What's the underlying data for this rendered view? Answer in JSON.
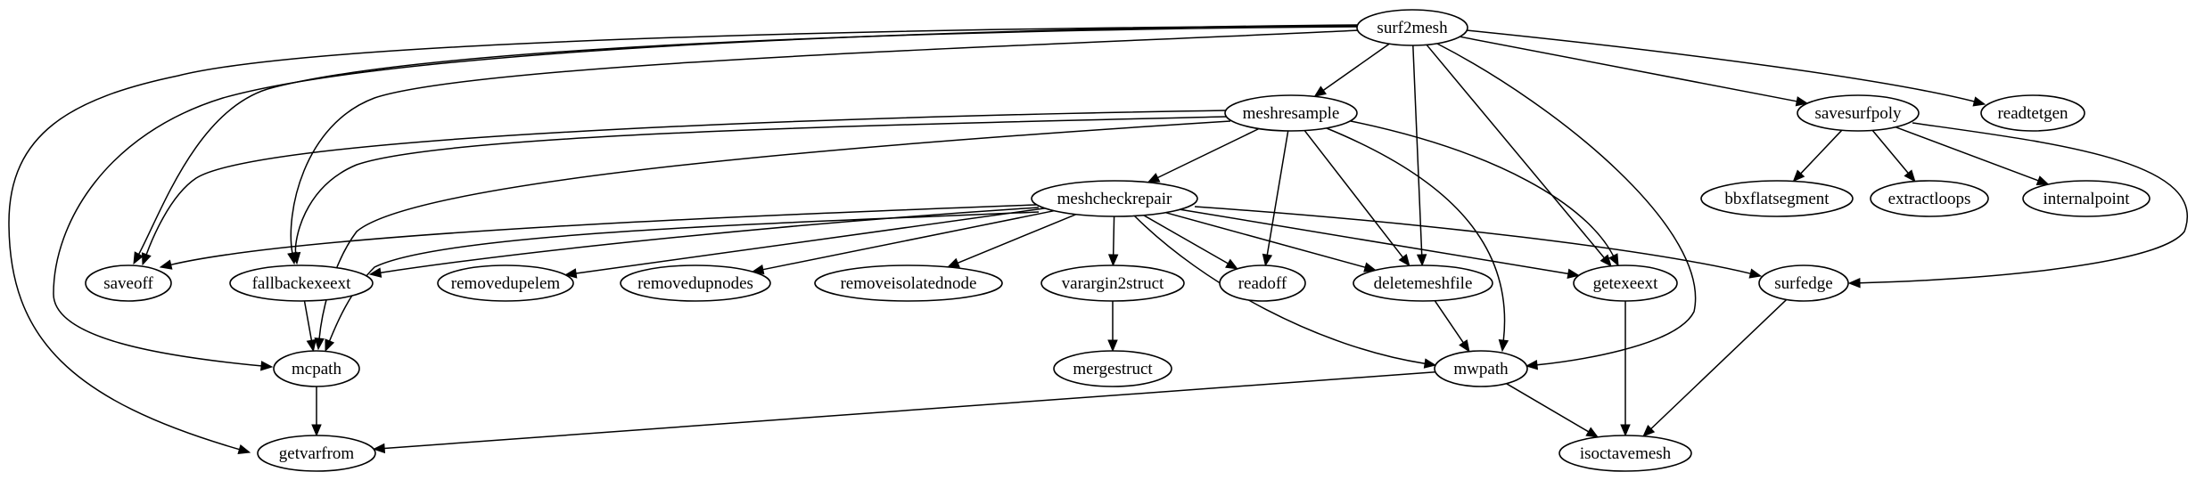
{
  "graph": {
    "type": "call-graph",
    "direction": "top-to-bottom",
    "nodes": [
      {
        "id": "surf2mesh",
        "label": "surf2mesh"
      },
      {
        "id": "meshresample",
        "label": "meshresample"
      },
      {
        "id": "savesurfpoly",
        "label": "savesurfpoly"
      },
      {
        "id": "readtetgen",
        "label": "readtetgen"
      },
      {
        "id": "meshcheckrepair",
        "label": "meshcheckrepair"
      },
      {
        "id": "bbxflatsegment",
        "label": "bbxflatsegment"
      },
      {
        "id": "extractloops",
        "label": "extractloops"
      },
      {
        "id": "internalpoint",
        "label": "internalpoint"
      },
      {
        "id": "saveoff",
        "label": "saveoff"
      },
      {
        "id": "fallbackexeext",
        "label": "fallbackexeext"
      },
      {
        "id": "removedupelem",
        "label": "removedupelem"
      },
      {
        "id": "removedupnodes",
        "label": "removedupnodes"
      },
      {
        "id": "removeisolatednode",
        "label": "removeisolatednode"
      },
      {
        "id": "varargin2struct",
        "label": "varargin2struct"
      },
      {
        "id": "readoff",
        "label": "readoff"
      },
      {
        "id": "deletemeshfile",
        "label": "deletemeshfile"
      },
      {
        "id": "getexeext",
        "label": "getexeext"
      },
      {
        "id": "surfedge",
        "label": "surfedge"
      },
      {
        "id": "mcpath",
        "label": "mcpath"
      },
      {
        "id": "mergestruct",
        "label": "mergestruct"
      },
      {
        "id": "mwpath",
        "label": "mwpath"
      },
      {
        "id": "getvarfrom",
        "label": "getvarfrom"
      },
      {
        "id": "isoctavemesh",
        "label": "isoctavemesh"
      }
    ],
    "edges": [
      {
        "from": "surf2mesh",
        "to": "meshresample"
      },
      {
        "from": "surf2mesh",
        "to": "savesurfpoly"
      },
      {
        "from": "surf2mesh",
        "to": "readtetgen"
      },
      {
        "from": "surf2mesh",
        "to": "saveoff"
      },
      {
        "from": "surf2mesh",
        "to": "fallbackexeext"
      },
      {
        "from": "surf2mesh",
        "to": "deletemeshfile"
      },
      {
        "from": "surf2mesh",
        "to": "getexeext"
      },
      {
        "from": "surf2mesh",
        "to": "mcpath"
      },
      {
        "from": "surf2mesh",
        "to": "mwpath"
      },
      {
        "from": "surf2mesh",
        "to": "getvarfrom"
      },
      {
        "from": "meshresample",
        "to": "meshcheckrepair"
      },
      {
        "from": "meshresample",
        "to": "saveoff"
      },
      {
        "from": "meshresample",
        "to": "fallbackexeext"
      },
      {
        "from": "meshresample",
        "to": "readoff"
      },
      {
        "from": "meshresample",
        "to": "deletemeshfile"
      },
      {
        "from": "meshresample",
        "to": "getexeext"
      },
      {
        "from": "meshresample",
        "to": "mcpath"
      },
      {
        "from": "meshresample",
        "to": "mwpath"
      },
      {
        "from": "savesurfpoly",
        "to": "bbxflatsegment"
      },
      {
        "from": "savesurfpoly",
        "to": "extractloops"
      },
      {
        "from": "savesurfpoly",
        "to": "internalpoint"
      },
      {
        "from": "savesurfpoly",
        "to": "surfedge"
      },
      {
        "from": "meshcheckrepair",
        "to": "saveoff"
      },
      {
        "from": "meshcheckrepair",
        "to": "fallbackexeext"
      },
      {
        "from": "meshcheckrepair",
        "to": "removedupelem"
      },
      {
        "from": "meshcheckrepair",
        "to": "removedupnodes"
      },
      {
        "from": "meshcheckrepair",
        "to": "removeisolatednode"
      },
      {
        "from": "meshcheckrepair",
        "to": "varargin2struct"
      },
      {
        "from": "meshcheckrepair",
        "to": "readoff"
      },
      {
        "from": "meshcheckrepair",
        "to": "deletemeshfile"
      },
      {
        "from": "meshcheckrepair",
        "to": "getexeext"
      },
      {
        "from": "meshcheckrepair",
        "to": "surfedge"
      },
      {
        "from": "meshcheckrepair",
        "to": "mcpath"
      },
      {
        "from": "meshcheckrepair",
        "to": "mwpath"
      },
      {
        "from": "fallbackexeext",
        "to": "mcpath"
      },
      {
        "from": "varargin2struct",
        "to": "mergestruct"
      },
      {
        "from": "deletemeshfile",
        "to": "mwpath"
      },
      {
        "from": "getexeext",
        "to": "isoctavemesh"
      },
      {
        "from": "surfedge",
        "to": "isoctavemesh"
      },
      {
        "from": "mcpath",
        "to": "getvarfrom"
      },
      {
        "from": "mwpath",
        "to": "getvarfrom"
      },
      {
        "from": "mwpath",
        "to": "isoctavemesh"
      }
    ]
  }
}
